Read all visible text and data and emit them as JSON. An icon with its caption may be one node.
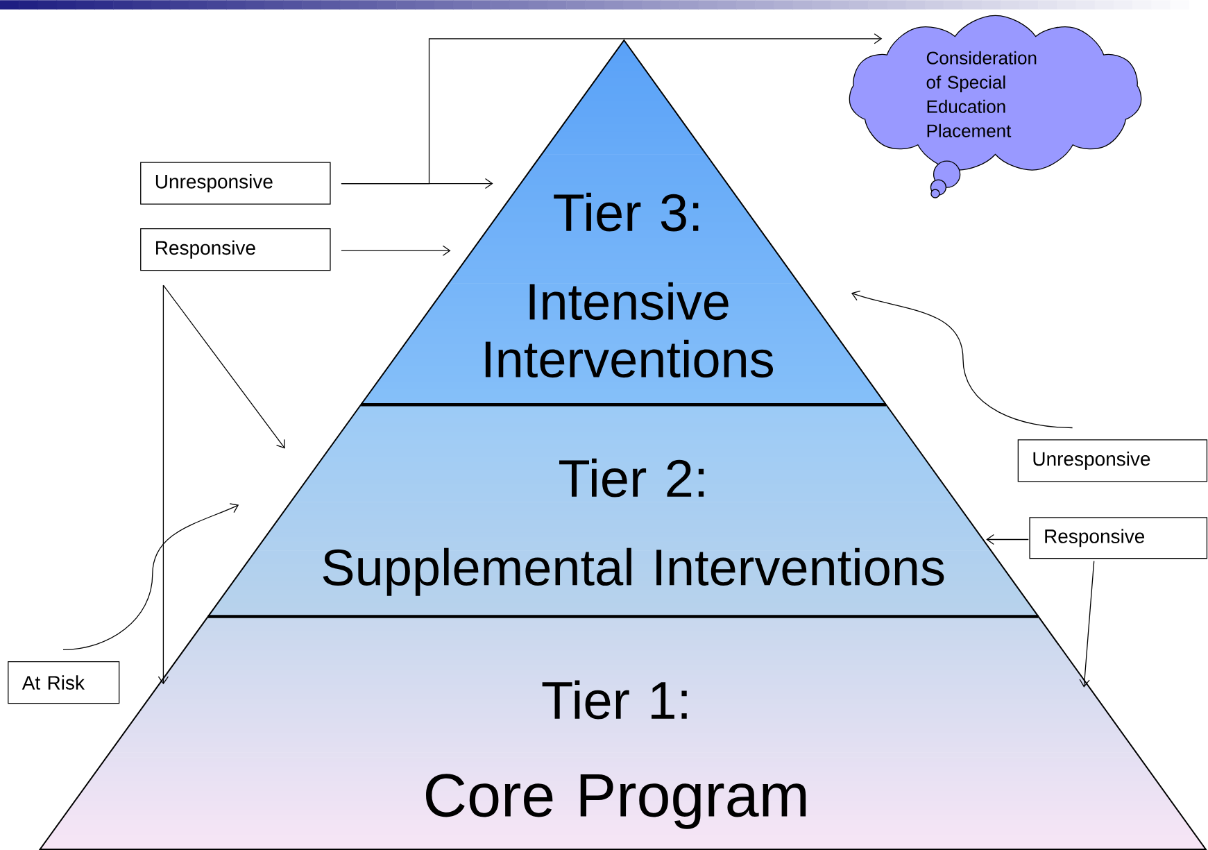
{
  "diagram": {
    "nodes": [
      {
        "text": [
          "Tier 3:",
          "Intensive Interventions"
        ]
      },
      {
        "text": [
          "Tier 2:",
          "Supplemental Interventions"
        ]
      },
      {
        "text": [
          "Tier 1:",
          "Core Program"
        ]
      },
      {
        "text": [
          "Consideration of Special Education Placement"
        ]
      },
      {
        "text": [
          "Unresponsive"
        ]
      },
      {
        "text": [
          "Responsive"
        ]
      },
      {
        "text": [
          "Unresponsive"
        ]
      },
      {
        "text": [
          "Responsive"
        ]
      },
      {
        "text": [
          "At Risk"
        ]
      }
    ],
    "edges": [
      {
        "from": 4,
        "to": 0,
        "arrow": "to"
      },
      {
        "from": 4,
        "to": 3,
        "arrow": "to"
      },
      {
        "from": 5,
        "to": 0,
        "arrow": "to"
      },
      {
        "from": 5,
        "to": 1,
        "arrow": "to"
      },
      {
        "from": 5,
        "to": 2,
        "arrow": "to"
      },
      {
        "from": 8,
        "to": 1,
        "arrow": "to"
      },
      {
        "from": 6,
        "to": 0,
        "arrow": "to"
      },
      {
        "from": 7,
        "to": 1,
        "arrow": "to"
      },
      {
        "from": 7,
        "to": 2,
        "arrow": "to"
      }
    ]
  }
}
